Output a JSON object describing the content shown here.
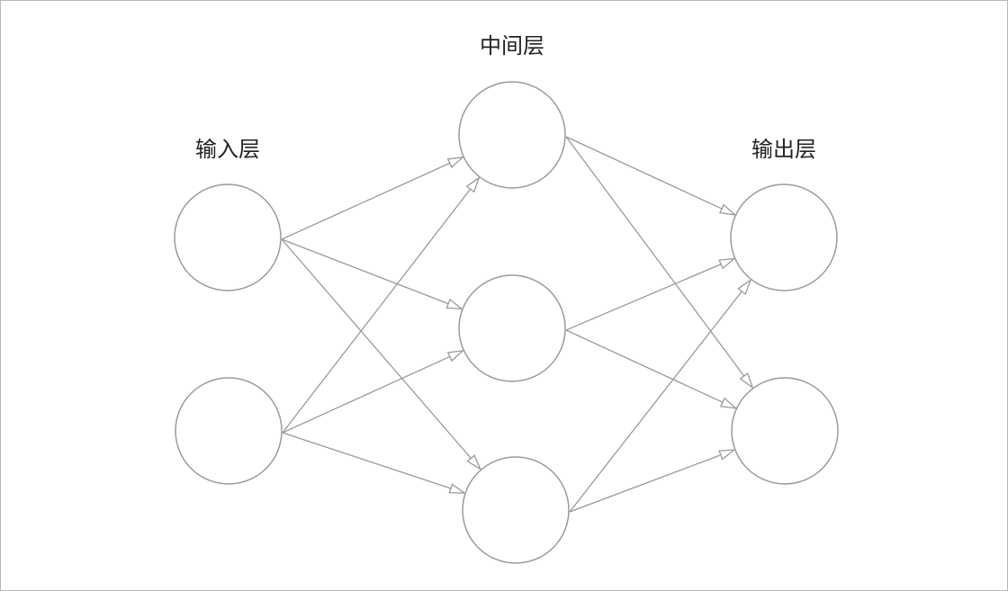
{
  "layers": [
    {
      "id": "input",
      "label": "输入层",
      "nodes": [
        "i1",
        "i2"
      ]
    },
    {
      "id": "hidden",
      "label": "中间层",
      "nodes": [
        "h1",
        "h2",
        "h3"
      ]
    },
    {
      "id": "output",
      "label": "输出层",
      "nodes": [
        "o1",
        "o2"
      ]
    }
  ],
  "edges": [
    [
      "i1",
      "h1"
    ],
    [
      "i1",
      "h2"
    ],
    [
      "i1",
      "h3"
    ],
    [
      "i2",
      "h1"
    ],
    [
      "i2",
      "h2"
    ],
    [
      "i2",
      "h3"
    ],
    [
      "h1",
      "o1"
    ],
    [
      "h1",
      "o2"
    ],
    [
      "h2",
      "o1"
    ],
    [
      "h2",
      "o2"
    ],
    [
      "h3",
      "o1"
    ],
    [
      "h3",
      "o2"
    ]
  ],
  "colors": {
    "stroke": "#9a9a9a",
    "text": "#222222"
  }
}
